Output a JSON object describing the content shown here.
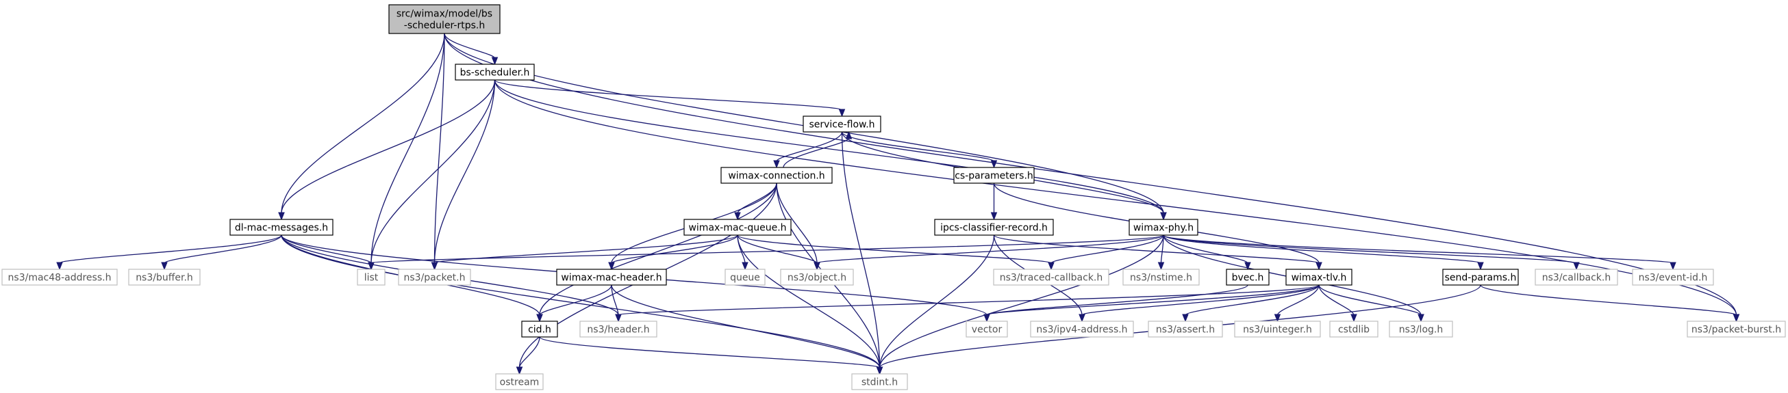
{
  "diagram": {
    "type": "include-dependency-graph",
    "colors": {
      "edge": "#191970",
      "root_fill": "#bfbfbf",
      "root_stroke": "#000000",
      "node_fill": "#ffffff",
      "node_stroke": "#000000",
      "external_stroke": "#bfbfbf",
      "external_text": "#555555"
    },
    "nodes": [
      {
        "id": "root",
        "lines": [
          "src/wimax/model/bs",
          "-scheduler-rtps.h"
        ],
        "kind": "root"
      },
      {
        "id": "bs-scheduler",
        "lines": [
          "bs-scheduler.h"
        ],
        "kind": "local"
      },
      {
        "id": "service-flow",
        "lines": [
          "service-flow.h"
        ],
        "kind": "local"
      },
      {
        "id": "wimax-connection",
        "lines": [
          "wimax-connection.h"
        ],
        "kind": "local"
      },
      {
        "id": "cs-parameters",
        "lines": [
          "cs-parameters.h"
        ],
        "kind": "local"
      },
      {
        "id": "wimax-phy",
        "lines": [
          "wimax-phy.h"
        ],
        "kind": "local"
      },
      {
        "id": "dl-mac-messages",
        "lines": [
          "dl-mac-messages.h"
        ],
        "kind": "local"
      },
      {
        "id": "wimax-mac-queue",
        "lines": [
          "wimax-mac-queue.h"
        ],
        "kind": "local"
      },
      {
        "id": "ipcs-classifier-record",
        "lines": [
          "ipcs-classifier-record.h"
        ],
        "kind": "local"
      },
      {
        "id": "wimax-mac-header",
        "lines": [
          "wimax-mac-header.h"
        ],
        "kind": "local"
      },
      {
        "id": "bvec",
        "lines": [
          "bvec.h"
        ],
        "kind": "local"
      },
      {
        "id": "wimax-tlv",
        "lines": [
          "wimax-tlv.h"
        ],
        "kind": "local"
      },
      {
        "id": "send-params",
        "lines": [
          "send-params.h"
        ],
        "kind": "local"
      },
      {
        "id": "cid",
        "lines": [
          "cid.h"
        ],
        "kind": "local"
      },
      {
        "id": "mac48",
        "lines": [
          "ns3/mac48-address.h"
        ],
        "kind": "external"
      },
      {
        "id": "buffer",
        "lines": [
          "ns3/buffer.h"
        ],
        "kind": "external"
      },
      {
        "id": "list",
        "lines": [
          "list"
        ],
        "kind": "external"
      },
      {
        "id": "packet",
        "lines": [
          "ns3/packet.h"
        ],
        "kind": "external"
      },
      {
        "id": "queue",
        "lines": [
          "queue"
        ],
        "kind": "external"
      },
      {
        "id": "object",
        "lines": [
          "ns3/object.h"
        ],
        "kind": "external"
      },
      {
        "id": "traced-callback",
        "lines": [
          "ns3/traced-callback.h"
        ],
        "kind": "external"
      },
      {
        "id": "nstime",
        "lines": [
          "ns3/nstime.h"
        ],
        "kind": "external"
      },
      {
        "id": "callback",
        "lines": [
          "ns3/callback.h"
        ],
        "kind": "external"
      },
      {
        "id": "event-id",
        "lines": [
          "ns3/event-id.h"
        ],
        "kind": "external"
      },
      {
        "id": "header",
        "lines": [
          "ns3/header.h"
        ],
        "kind": "external"
      },
      {
        "id": "vector",
        "lines": [
          "vector"
        ],
        "kind": "external"
      },
      {
        "id": "ipv4-address",
        "lines": [
          "ns3/ipv4-address.h"
        ],
        "kind": "external"
      },
      {
        "id": "assert",
        "lines": [
          "ns3/assert.h"
        ],
        "kind": "external"
      },
      {
        "id": "uinteger",
        "lines": [
          "ns3/uinteger.h"
        ],
        "kind": "external"
      },
      {
        "id": "cstdlib",
        "lines": [
          "cstdlib"
        ],
        "kind": "external"
      },
      {
        "id": "log",
        "lines": [
          "ns3/log.h"
        ],
        "kind": "external"
      },
      {
        "id": "packet-burst",
        "lines": [
          "ns3/packet-burst.h"
        ],
        "kind": "external"
      },
      {
        "id": "ostream",
        "lines": [
          "ostream"
        ],
        "kind": "external"
      },
      {
        "id": "stdint",
        "lines": [
          "stdint.h"
        ],
        "kind": "external"
      }
    ],
    "edges": [
      {
        "from": "root",
        "to": "bs-scheduler"
      },
      {
        "from": "root",
        "to": "dl-mac-messages"
      },
      {
        "from": "root",
        "to": "list"
      },
      {
        "from": "root",
        "to": "packet"
      },
      {
        "from": "root",
        "to": "wimax-phy"
      },
      {
        "from": "root",
        "to": "packet-burst"
      },
      {
        "from": "bs-scheduler",
        "to": "service-flow"
      },
      {
        "from": "bs-scheduler",
        "to": "dl-mac-messages"
      },
      {
        "from": "bs-scheduler",
        "to": "list"
      },
      {
        "from": "bs-scheduler",
        "to": "packet"
      },
      {
        "from": "bs-scheduler",
        "to": "wimax-phy"
      },
      {
        "from": "bs-scheduler",
        "to": "packet-burst"
      },
      {
        "from": "service-flow",
        "to": "wimax-connection"
      },
      {
        "from": "wimax-connection",
        "to": "service-flow"
      },
      {
        "from": "service-flow",
        "to": "cs-parameters"
      },
      {
        "from": "service-flow",
        "to": "wimax-phy"
      },
      {
        "from": "service-flow",
        "to": "stdint"
      },
      {
        "from": "wimax-connection",
        "to": "wimax-mac-queue"
      },
      {
        "from": "wimax-connection",
        "to": "wimax-mac-header"
      },
      {
        "from": "wimax-connection",
        "to": "object"
      },
      {
        "from": "wimax-connection",
        "to": "cid"
      },
      {
        "from": "wimax-connection",
        "to": "ostream"
      },
      {
        "from": "wimax-connection",
        "to": "stdint"
      },
      {
        "from": "cs-parameters",
        "to": "ipcs-classifier-record"
      },
      {
        "from": "cs-parameters",
        "to": "wimax-tlv"
      },
      {
        "from": "wimax-phy",
        "to": "list"
      },
      {
        "from": "wimax-phy",
        "to": "object"
      },
      {
        "from": "wimax-phy",
        "to": "traced-callback"
      },
      {
        "from": "wimax-phy",
        "to": "nstime"
      },
      {
        "from": "wimax-phy",
        "to": "bvec"
      },
      {
        "from": "wimax-phy",
        "to": "send-params"
      },
      {
        "from": "wimax-phy",
        "to": "callback"
      },
      {
        "from": "wimax-phy",
        "to": "event-id"
      },
      {
        "from": "wimax-phy",
        "to": "log"
      },
      {
        "from": "wimax-phy",
        "to": "stdint"
      },
      {
        "from": "dl-mac-messages",
        "to": "mac48"
      },
      {
        "from": "dl-mac-messages",
        "to": "buffer"
      },
      {
        "from": "dl-mac-messages",
        "to": "list"
      },
      {
        "from": "dl-mac-messages",
        "to": "header"
      },
      {
        "from": "dl-mac-messages",
        "to": "vector"
      },
      {
        "from": "dl-mac-messages",
        "to": "cid"
      },
      {
        "from": "dl-mac-messages",
        "to": "stdint"
      },
      {
        "from": "wimax-mac-queue",
        "to": "packet"
      },
      {
        "from": "wimax-mac-queue",
        "to": "wimax-mac-header"
      },
      {
        "from": "wimax-mac-queue",
        "to": "queue"
      },
      {
        "from": "wimax-mac-queue",
        "to": "object"
      },
      {
        "from": "wimax-mac-queue",
        "to": "traced-callback"
      },
      {
        "from": "wimax-mac-queue",
        "to": "stdint"
      },
      {
        "from": "ipcs-classifier-record",
        "to": "wimax-tlv"
      },
      {
        "from": "ipcs-classifier-record",
        "to": "ipv4-address"
      },
      {
        "from": "ipcs-classifier-record",
        "to": "stdint"
      },
      {
        "from": "wimax-mac-header",
        "to": "header"
      },
      {
        "from": "wimax-mac-header",
        "to": "cid"
      },
      {
        "from": "wimax-mac-header",
        "to": "stdint"
      },
      {
        "from": "bvec",
        "to": "vector"
      },
      {
        "from": "wimax-tlv",
        "to": "header"
      },
      {
        "from": "wimax-tlv",
        "to": "vector"
      },
      {
        "from": "wimax-tlv",
        "to": "ipv4-address"
      },
      {
        "from": "wimax-tlv",
        "to": "assert"
      },
      {
        "from": "wimax-tlv",
        "to": "uinteger"
      },
      {
        "from": "wimax-tlv",
        "to": "cstdlib"
      },
      {
        "from": "wimax-tlv",
        "to": "log"
      },
      {
        "from": "send-params",
        "to": "packet-burst"
      },
      {
        "from": "send-params",
        "to": "stdint"
      },
      {
        "from": "cid",
        "to": "ostream"
      },
      {
        "from": "cid",
        "to": "stdint"
      }
    ]
  }
}
